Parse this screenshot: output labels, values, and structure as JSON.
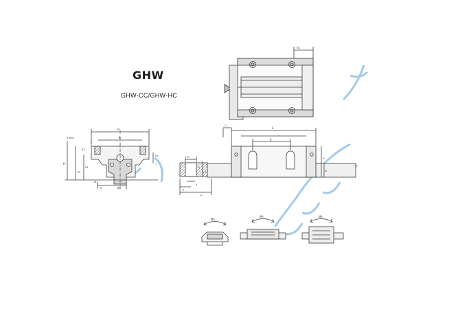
{
  "title": "GHW",
  "subtitle": "GHW-CC/GHW-HC",
  "top_view": {
    "dims": [
      "e1"
    ]
  },
  "side_view": {
    "dims": [
      "H",
      "B",
      "4-M×L",
      "C",
      "B1",
      "H2",
      "H1",
      "H",
      "W",
      "N",
      "Wr",
      "H3",
      "T"
    ]
  },
  "rail_section": {
    "dims": [
      "D",
      "h",
      "Hr",
      "d",
      "E",
      "P"
    ]
  },
  "front_view": {
    "dims": [
      "L1",
      "L",
      "C",
      "K",
      "H"
    ]
  },
  "moments": {
    "labels": [
      "Mʀ",
      "Mᴘ",
      "Mʏ"
    ]
  },
  "colors": {
    "line": "#3a3a3a",
    "shade": "#9a9a9a",
    "watermark": "#5a9fd4"
  }
}
